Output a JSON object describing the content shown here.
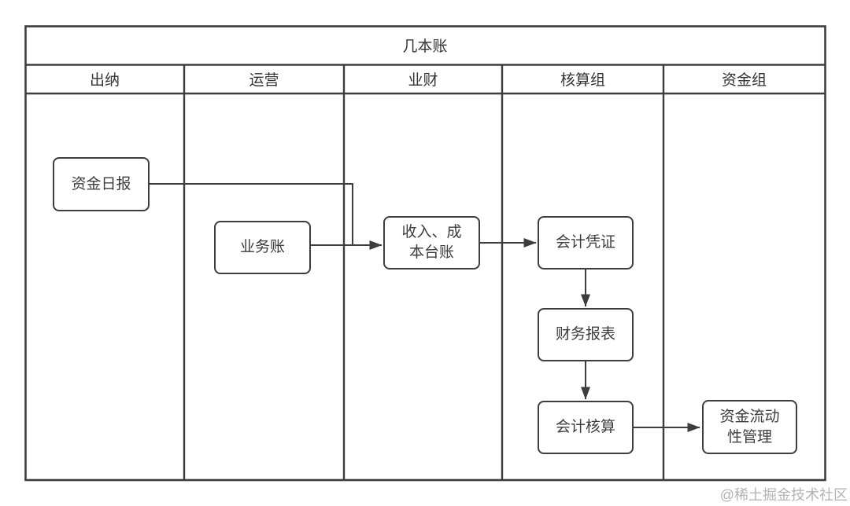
{
  "diagram": {
    "title": "几本账",
    "lanes": [
      {
        "label": "出纳"
      },
      {
        "label": "运营"
      },
      {
        "label": "业财"
      },
      {
        "label": "核算组"
      },
      {
        "label": "资金组"
      }
    ],
    "nodes": {
      "funds_daily_report": {
        "label": "资金日报",
        "lane": "出纳"
      },
      "business_ledger": {
        "label": "业务账",
        "lane": "运营"
      },
      "income_cost_ledger": {
        "label": "收入、成本台账",
        "line1": "收入、成",
        "line2": "本台账",
        "lane": "业财"
      },
      "accounting_voucher": {
        "label": "会计凭证",
        "lane": "核算组"
      },
      "financial_statements": {
        "label": "财务报表",
        "lane": "核算组"
      },
      "accounting_verification": {
        "label": "会计核算",
        "lane": "核算组"
      },
      "liquidity_management": {
        "label": "资金流动性管理",
        "line1": "资金流动",
        "line2": "性管理",
        "lane": "资金组"
      }
    },
    "edges": [
      {
        "from": "funds_daily_report",
        "to": "income_cost_ledger"
      },
      {
        "from": "business_ledger",
        "to": "income_cost_ledger"
      },
      {
        "from": "income_cost_ledger",
        "to": "accounting_voucher"
      },
      {
        "from": "accounting_voucher",
        "to": "financial_statements"
      },
      {
        "from": "financial_statements",
        "to": "accounting_verification"
      },
      {
        "from": "accounting_verification",
        "to": "liquidity_management"
      }
    ]
  },
  "watermark": {
    "text": "@稀土掘金技术社区"
  },
  "colors": {
    "line": "#3d3d3d",
    "text": "#333333",
    "node_text": "#3c3c3c",
    "watermark": "#b3b3b3",
    "background": "#ffffff",
    "node_fill": "#ffffff"
  }
}
